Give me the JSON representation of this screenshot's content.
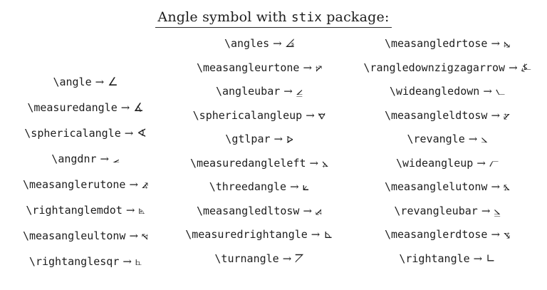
{
  "title": {
    "prefix": "Angle symbol with",
    "package_name": "stix",
    "suffix": "package:"
  },
  "arrow": "→",
  "columns": [
    {
      "entries": [
        {
          "command": "\\angle",
          "glyph": "∠"
        },
        {
          "command": "\\measuredangle",
          "glyph": "∡"
        },
        {
          "command": "\\sphericalangle",
          "glyph": "∢"
        },
        {
          "command": "\\angdnr",
          "glyph": "⦟"
        },
        {
          "command": "\\measanglerutone",
          "glyph": "⦨"
        },
        {
          "command": "\\rightanglemdot",
          "glyph": "⦝"
        },
        {
          "command": "\\measangleultonw",
          "glyph": "⦭"
        },
        {
          "command": "\\rightanglesqr",
          "glyph": "⦜"
        }
      ]
    },
    {
      "entries": [
        {
          "command": "\\angles",
          "glyph": "⦞"
        },
        {
          "command": "\\measangleurtone",
          "glyph": "⦬"
        },
        {
          "command": "\\angleubar",
          "glyph": "⦤"
        },
        {
          "command": "\\sphericalangleup",
          "glyph": "⦡"
        },
        {
          "command": "\\gtlpar",
          "glyph": "⦠"
        },
        {
          "command": "\\measuredangleleft",
          "glyph": "⦛"
        },
        {
          "command": "\\threedangle",
          "glyph": "⟀"
        },
        {
          "command": "\\measangledltosw",
          "glyph": "⦯"
        },
        {
          "command": "\\measuredrightangle",
          "glyph": "⊾"
        },
        {
          "command": "\\turnangle",
          "glyph": "⦢"
        }
      ]
    },
    {
      "entries": [
        {
          "command": "\\measangledrtose",
          "glyph": "⦮"
        },
        {
          "command": "\\rangledownzigzagarrow",
          "glyph": "⍼"
        },
        {
          "command": "\\wideangledown",
          "glyph": "⦦"
        },
        {
          "command": "\\measangleldtosw",
          "glyph": "⦫"
        },
        {
          "command": "\\revangle",
          "glyph": "⦣"
        },
        {
          "command": "\\wideangleup",
          "glyph": "⦧"
        },
        {
          "command": "\\measanglelutonw",
          "glyph": "⦩"
        },
        {
          "command": "\\revangleubar",
          "glyph": "⦥"
        },
        {
          "command": "\\measanglerdtose",
          "glyph": "⦪"
        },
        {
          "command": "\\rightangle",
          "glyph": "∟"
        }
      ]
    }
  ]
}
